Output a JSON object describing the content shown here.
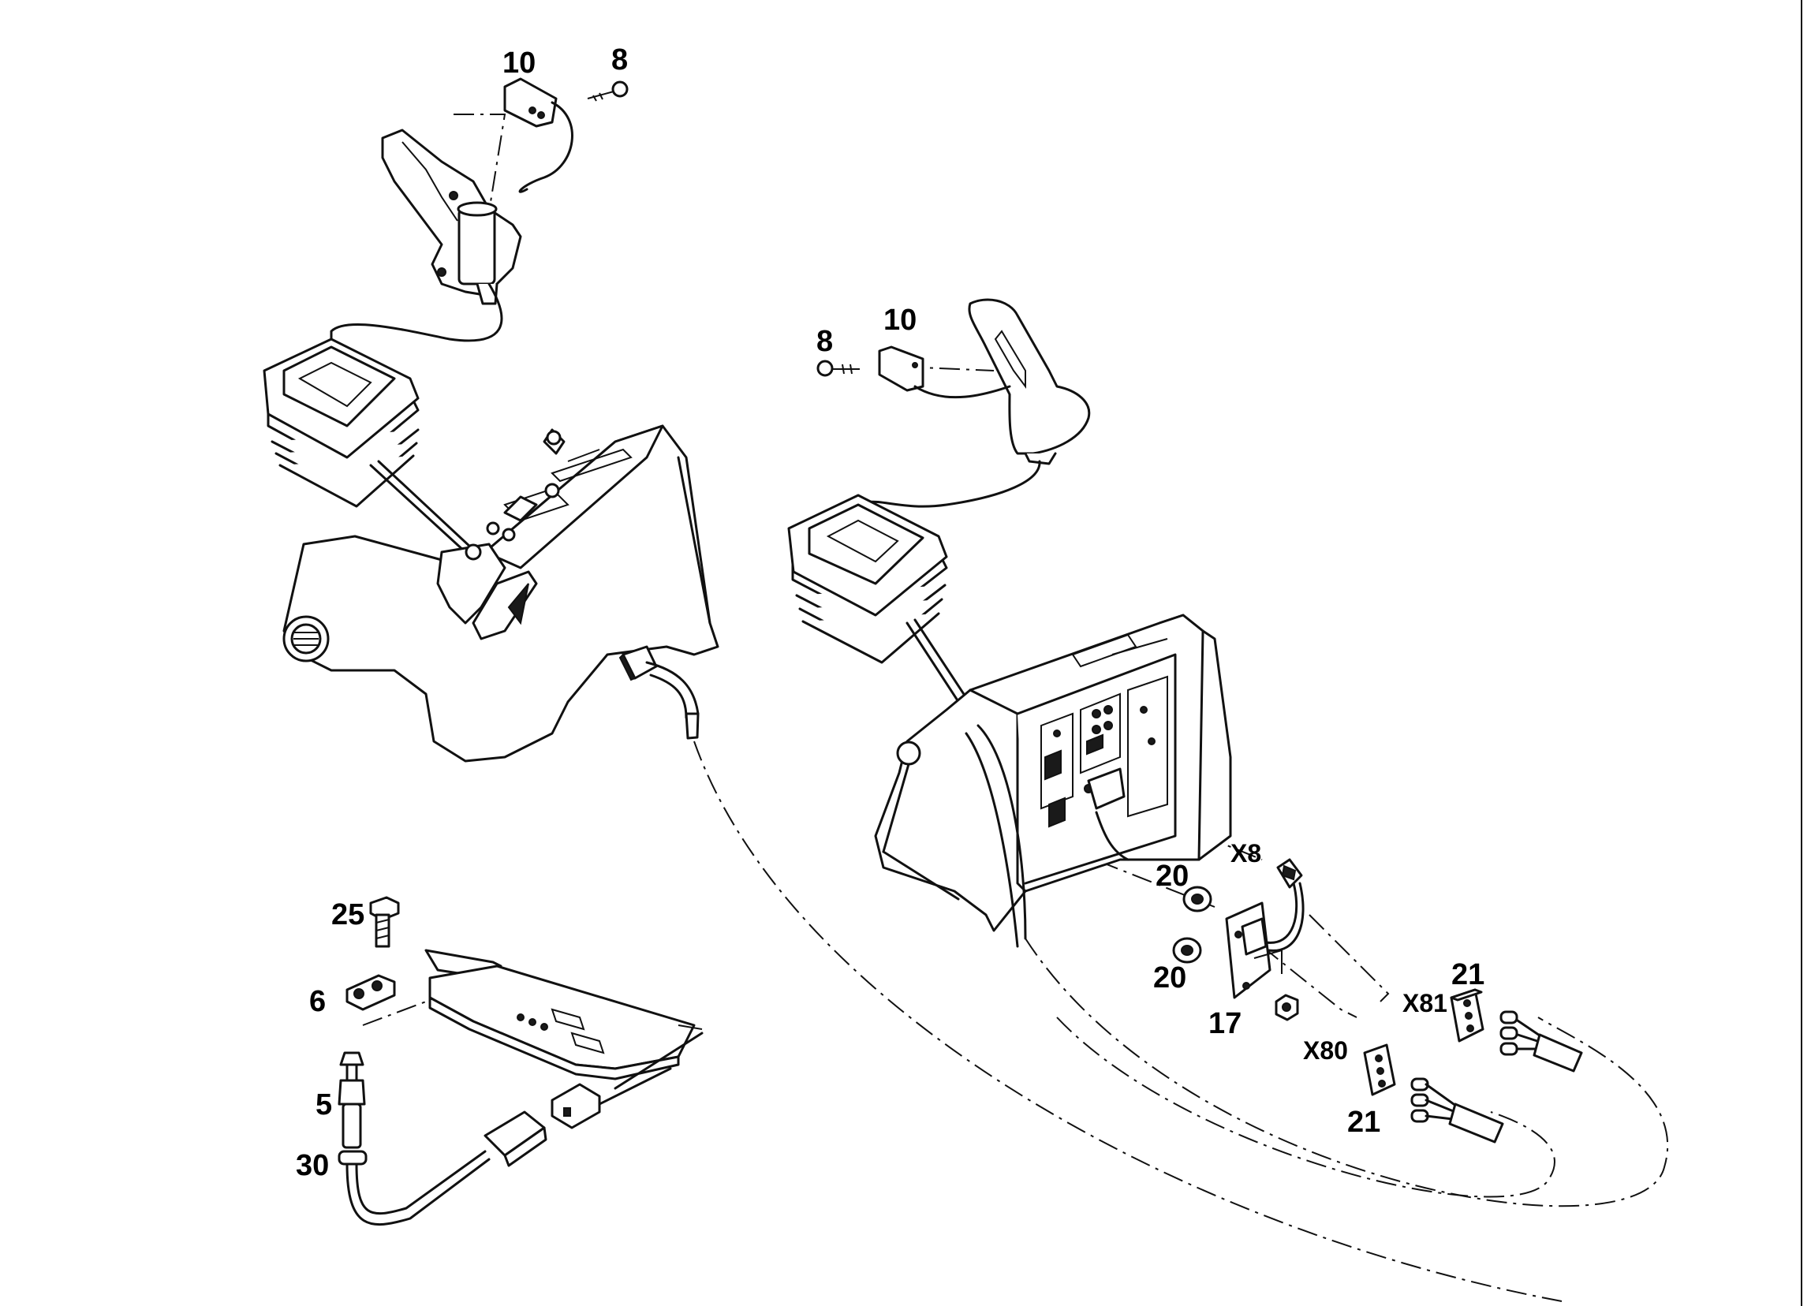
{
  "callouts": {
    "left_handle_conn_num": "10",
    "left_handle_screw_num": "8",
    "right_handle_screw_num": "8",
    "right_handle_conn_num": "10",
    "bracket_screw_num": "25",
    "bracket_plate_num": "6",
    "sensor_num": "5",
    "nut_num": "30",
    "washer_upper_num": "20",
    "washer_lower_num": "20",
    "relay_board_num": "17",
    "connector_x8": "X8",
    "connector_x81": "X81",
    "connector_x80": "X80",
    "plug_upper_num": "21",
    "plug_lower_num": "21"
  }
}
